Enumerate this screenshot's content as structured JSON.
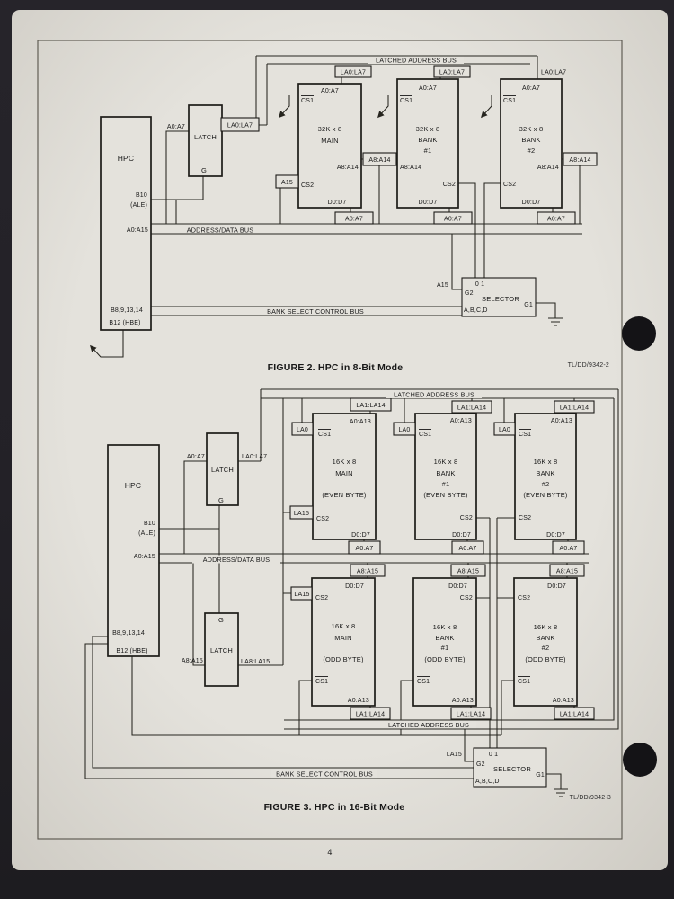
{
  "page": {
    "number": "4"
  },
  "fig2": {
    "caption": "FIGURE 2. HPC in 8-Bit Mode",
    "ref": "TL/DD/9342-2",
    "hpc": {
      "name": "HPC",
      "ale1": "B10",
      "ale2": "(ALE)",
      "addr": "A0:A15",
      "bank": "B8,9,13,14",
      "hbe": "B12 (HBE)"
    },
    "latch": {
      "label": "LATCH",
      "gate": "G",
      "input": "A0:A7",
      "output": "LA0:LA7"
    },
    "buses": {
      "latched": "LATCHED ADDRESS BUS",
      "addr": "ADDRESS/DATA BUS",
      "bank": "BANK SELECT CONTROL BUS"
    },
    "blocks": [
      {
        "tag": "LA0:LA7",
        "addr_top": "A0:A7",
        "cs1": "CS1",
        "size": "32K x 8",
        "name": "MAIN",
        "num": "",
        "addr_mid": "A8:A14",
        "cs2": "CS2",
        "data": "D0:D7",
        "bot": "A0:A7"
      },
      {
        "tag": "LA0:LA7",
        "addr_top": "A0:A7",
        "cs1": "CS1",
        "size": "32K x 8",
        "name": "BANK",
        "num": "#1",
        "addr_mid": "A8:A14",
        "cs2": "CS2",
        "data": "D0:D7",
        "bot": "A0:A7"
      },
      {
        "tag": "LA0:LA7",
        "addr_top": "A0:A7",
        "cs1": "CS1",
        "size": "32K x 8",
        "name": "BANK",
        "num": "#2",
        "addr_mid": "A8:A14",
        "cs2": "CS2",
        "data": "D0:D7",
        "bot": "A0:A7"
      }
    ],
    "ext": {
      "a8a14_left": "A8:A14",
      "a8a14_right": "A8:A14",
      "a15_main": "A15",
      "a15_sel": "A15"
    },
    "selector": {
      "outs": "0 1",
      "g2": "G2",
      "label": "SELECTOR",
      "abcd": "A,B,C,D",
      "g1": "G1"
    }
  },
  "fig3": {
    "caption": "FIGURE 3. HPC in 16-Bit Mode",
    "ref": "TL/DD/9342-3",
    "hpc": {
      "name": "HPC",
      "ale1": "B10",
      "ale2": "(ALE)",
      "addr": "A0:A15",
      "bank": "B8,9,13,14",
      "hbe": "B12 (HBE)"
    },
    "latch_hi": {
      "label": "LATCH",
      "gate": "G",
      "input": "A0:A7",
      "output": "LA0:LA7"
    },
    "latch_lo": {
      "label": "LATCH",
      "gate": "G",
      "input": "A8:A15",
      "output": "LA8:LA15"
    },
    "buses": {
      "latched_top": "LATCHED ADDRESS BUS",
      "addr": "ADDRESS/DATA BUS",
      "latched_bot": "LATCHED ADDRESS BUS",
      "bank": "BANK SELECT CONTROL BUS"
    },
    "even": [
      {
        "la_tag": "LA1:LA14",
        "la0": "LA0",
        "addr": "A0:A13",
        "cs1": "CS1",
        "size": "16K x 8",
        "name": "MAIN",
        "num": "",
        "byte": "(EVEN BYTE)",
        "la15": "LA15",
        "cs2": "CS2",
        "data": "D0:D7",
        "dtag": "A0:A7"
      },
      {
        "la_tag": "LA1:LA14",
        "la0": "LA0",
        "addr": "A0:A13",
        "cs1": "CS1",
        "size": "16K x 8",
        "name": "BANK",
        "num": "#1",
        "byte": "(EVEN BYTE)",
        "cs2": "CS2",
        "data": "D0:D7",
        "dtag": "A0:A7"
      },
      {
        "la_tag": "LA1:LA14",
        "la0": "LA0",
        "addr": "A0:A13",
        "cs1": "CS1",
        "size": "16K x 8",
        "name": "BANK",
        "num": "#2",
        "byte": "(EVEN BYTE)",
        "cs2": "CS2",
        "data": "D0:D7",
        "dtag": "A0:A7"
      }
    ],
    "odd": [
      {
        "dtag": "A8:A15",
        "data": "D0:D7",
        "la15": "LA15",
        "cs2": "CS2",
        "size": "16K x 8",
        "name": "MAIN",
        "num": "",
        "byte": "(ODD BYTE)",
        "cs1": "CS1",
        "addr": "A0:A13",
        "la_tag": "LA1:LA14"
      },
      {
        "dtag": "A8:A15",
        "data": "D0:D7",
        "cs2": "CS2",
        "size": "16K x 8",
        "name": "BANK",
        "num": "#1",
        "byte": "(ODD BYTE)",
        "cs1": "CS1",
        "addr": "A0:A13",
        "la_tag": "LA1:LA14"
      },
      {
        "dtag": "A8:A15",
        "data": "D0:D7",
        "cs2": "CS2",
        "size": "16K x 8",
        "name": "BANK",
        "num": "#2",
        "byte": "(ODD BYTE)",
        "cs1": "CS1",
        "addr": "A0:A13",
        "la_tag": "LA1:LA14"
      }
    ],
    "selector": {
      "la15": "LA15",
      "outs": "0 1",
      "g2": "G2",
      "label": "SELECTOR",
      "abcd": "A,B,C,D",
      "g1": "G1"
    }
  }
}
